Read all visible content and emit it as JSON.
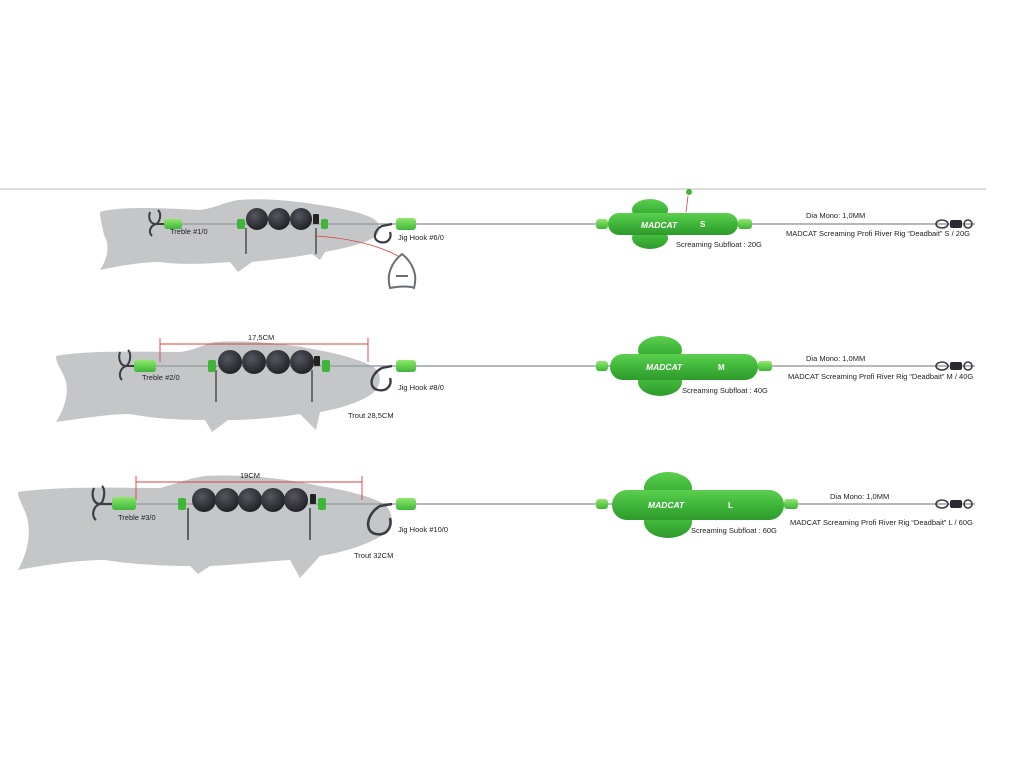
{
  "rigs": [
    {
      "treble": "Treble #1/0",
      "jig_hook": "Jig Hook #6/0",
      "float_label": "Screaming Subfloat : 20G",
      "size_letter": "S",
      "mono": "Dia Mono: 1,0MM",
      "rig_name": "MADCAT Screaming Profi River Rig “Deadbait” S / 20G",
      "measure": "",
      "trout": ""
    },
    {
      "treble": "Treble #2/0",
      "jig_hook": "Jig Hook #8/0",
      "float_label": "Screaming Subfloat : 40G",
      "size_letter": "M",
      "mono": "Dia Mono: 1,0MM",
      "rig_name": "MADCAT Screaming Profi River Rig “Deadbait” M / 40G",
      "measure": "17,5CM",
      "trout": "Trout 28,5CM"
    },
    {
      "treble": "Treble #3/0",
      "jig_hook": "Jig Hook #10/0",
      "float_label": "Screaming Subfloat : 60G",
      "size_letter": "L",
      "mono": "Dia Mono: 1,0MM",
      "rig_name": "MADCAT Screaming Profi River Rig “Deadbait” L / 60G",
      "measure": "19CM",
      "trout": "Trout 32CM"
    }
  ],
  "brand": "MADCAT",
  "colors": {
    "float_green": "#3fb53a",
    "float_dark": "#2e9a2b",
    "sleeve_green": "#5fd040",
    "fish_grey": "#c4c6c8",
    "bead_black": "#2a2a30",
    "measure_red": "#d94040",
    "line_grey": "#9aa0a6",
    "hook_dark": "#3a3e44"
  },
  "icons": [
    "treble-hook-icon",
    "jig-hook-icon",
    "bait-clip-icon",
    "swivel-icon"
  ]
}
